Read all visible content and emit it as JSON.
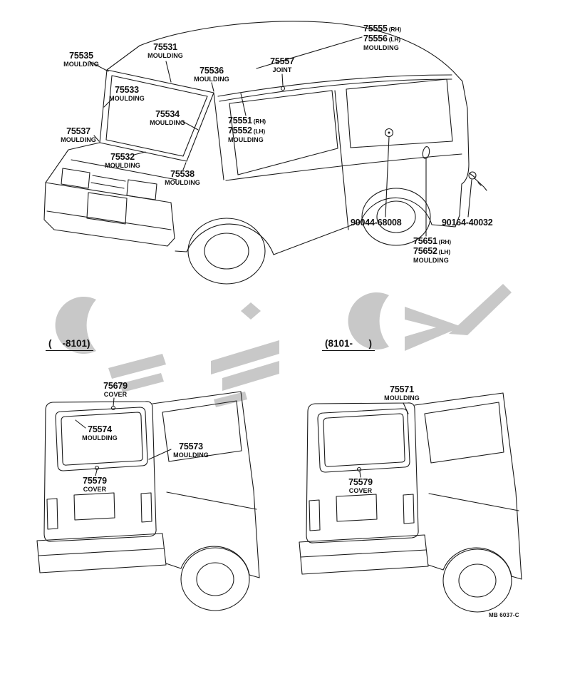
{
  "page": {
    "background": "#ffffff",
    "ink_color": "#1b1b1b",
    "watermark_color": "#c8c8c8",
    "footer_code": "MB 6037-C"
  },
  "front_section": {
    "labels": {
      "m75535": {
        "num": "75535",
        "sub": "MOULDING"
      },
      "m75531": {
        "num": "75531",
        "sub": "MOULDING"
      },
      "m75536": {
        "num": "75536",
        "sub": "MOULDING"
      },
      "j75557": {
        "num": "75557",
        "sub": "JOINT"
      },
      "m75555": {
        "num1": "75555",
        "suf1": "(RH)",
        "num2": "75556",
        "suf2": "(LH)",
        "sub": "MOULDING"
      },
      "m75533": {
        "num": "75533",
        "sub": "MOULDING"
      },
      "m75534": {
        "num": "75534",
        "sub": "MOULDING"
      },
      "m75551": {
        "num1": "75551",
        "suf1": "(RH)",
        "num2": "75552",
        "suf2": "(LH)",
        "sub": "MOULDING"
      },
      "m75537": {
        "num": "75537",
        "sub": "MOULDING"
      },
      "m75532": {
        "num": "75532",
        "sub": "MOULDING"
      },
      "m75538": {
        "num": "75538",
        "sub": "MOULDING"
      },
      "p90044": {
        "num": "90044-68008"
      },
      "p90164": {
        "num": "90164-40032"
      },
      "m75651": {
        "num1": "75651",
        "suf1": "(RH)",
        "num2": "75652",
        "suf2": "(LH)",
        "sub": "MOULDING"
      }
    }
  },
  "rear_early_section": {
    "range_label": "(    -8101)",
    "labels": {
      "c75679": {
        "num": "75679",
        "sub": "COVER"
      },
      "m75574": {
        "num": "75574",
        "sub": "MOULDING"
      },
      "m75573": {
        "num": "75573",
        "sub": "MOULDING"
      },
      "c75579": {
        "num": "75579",
        "sub": "COVER"
      }
    }
  },
  "rear_late_section": {
    "range_label": "(8101-      )",
    "labels": {
      "m75571": {
        "num": "75571",
        "sub": "MOULDING"
      },
      "c75579": {
        "num": "75579",
        "sub": "COVER"
      }
    }
  }
}
